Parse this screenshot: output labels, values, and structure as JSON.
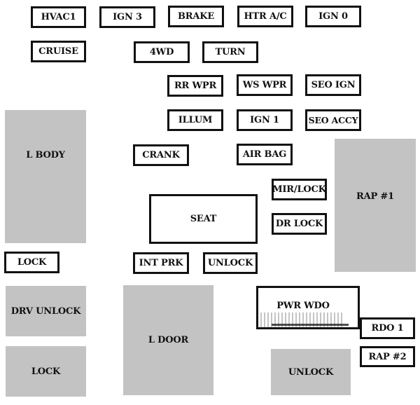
{
  "diagram": {
    "type": "fuse-box-layout",
    "colors": {
      "relay_fill": "#c3c3c3",
      "fuse_border": "#111111",
      "background": "#ffffff"
    },
    "fuses": [
      {
        "id": "hvac1",
        "label": "HVAC1",
        "style": "outline"
      },
      {
        "id": "ign3",
        "label": "IGN 3",
        "style": "outline"
      },
      {
        "id": "brake",
        "label": "BRAKE",
        "style": "outline"
      },
      {
        "id": "htr-ac",
        "label": "HTR A/C",
        "style": "outline"
      },
      {
        "id": "ign0",
        "label": "IGN 0",
        "style": "outline"
      },
      {
        "id": "cruise",
        "label": "CRUISE",
        "style": "outline"
      },
      {
        "id": "4wd",
        "label": "4WD",
        "style": "outline"
      },
      {
        "id": "turn",
        "label": "TURN",
        "style": "outline"
      },
      {
        "id": "rr-wpr",
        "label": "RR WPR",
        "style": "outline"
      },
      {
        "id": "ws-wpr",
        "label": "WS WPR",
        "style": "outline"
      },
      {
        "id": "seo-ign",
        "label": "SEO IGN",
        "style": "outline"
      },
      {
        "id": "illum",
        "label": "ILLUM",
        "style": "outline"
      },
      {
        "id": "ign1",
        "label": "IGN 1",
        "style": "outline"
      },
      {
        "id": "seo-accy",
        "label": "SEO ACCY",
        "style": "outline"
      },
      {
        "id": "crank",
        "label": "CRANK",
        "style": "outline"
      },
      {
        "id": "air-bag",
        "label": "AIR BAG",
        "style": "outline"
      },
      {
        "id": "mir-lock",
        "label": "MIR/LOCK",
        "style": "outline"
      },
      {
        "id": "dr-lock",
        "label": "DR LOCK",
        "style": "outline"
      },
      {
        "id": "seat",
        "label": "SEAT",
        "style": "outline"
      },
      {
        "id": "lock-fuse",
        "label": "LOCK",
        "style": "outline"
      },
      {
        "id": "int-prk",
        "label": "INT PRK",
        "style": "outline"
      },
      {
        "id": "unlock-fuse",
        "label": "UNLOCK",
        "style": "outline"
      },
      {
        "id": "pwr-wdo",
        "label": "PWR WDO",
        "style": "outline"
      },
      {
        "id": "rdo1",
        "label": "RDO 1",
        "style": "outline"
      },
      {
        "id": "rap2",
        "label": "RAP #2",
        "style": "outline"
      }
    ],
    "relays": [
      {
        "id": "l-body",
        "label": "L BODY",
        "style": "filled"
      },
      {
        "id": "rap1",
        "label": "RAP #1",
        "style": "filled"
      },
      {
        "id": "drv-unlock",
        "label": "DRV UNLOCK",
        "style": "filled"
      },
      {
        "id": "lock-relay",
        "label": "LOCK",
        "style": "filled"
      },
      {
        "id": "l-door",
        "label": "L DOOR",
        "style": "filled"
      },
      {
        "id": "unlock-relay",
        "label": "UNLOCK",
        "style": "filled"
      }
    ]
  }
}
